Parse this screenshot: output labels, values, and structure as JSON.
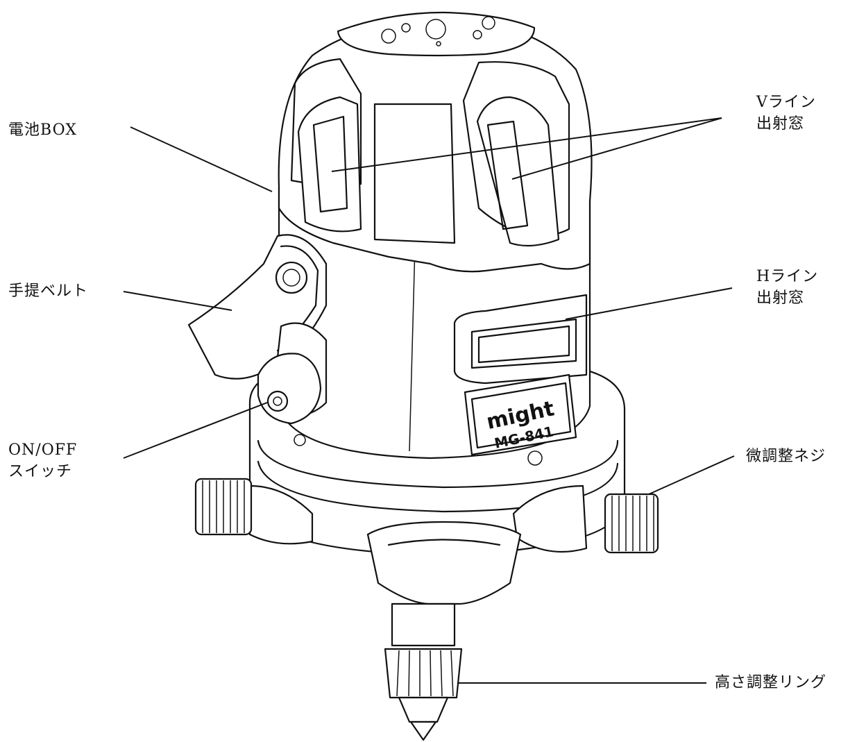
{
  "diagram": {
    "labels": {
      "battery_box": "電池BOX",
      "carry_belt": "手提ベルト",
      "power_switch_line1": "ON/OFF",
      "power_switch_line2": "スイッチ",
      "v_line_window_line1": "Vライン",
      "v_line_window_line2": "出射窓",
      "h_line_window_line1": "Hライン",
      "h_line_window_line2": "出射窓",
      "fine_adjust_screw": "微調整ネジ",
      "height_adjust_ring": "高さ調整リング"
    },
    "product_logo": {
      "brand": "might",
      "model": "MG-841"
    }
  }
}
